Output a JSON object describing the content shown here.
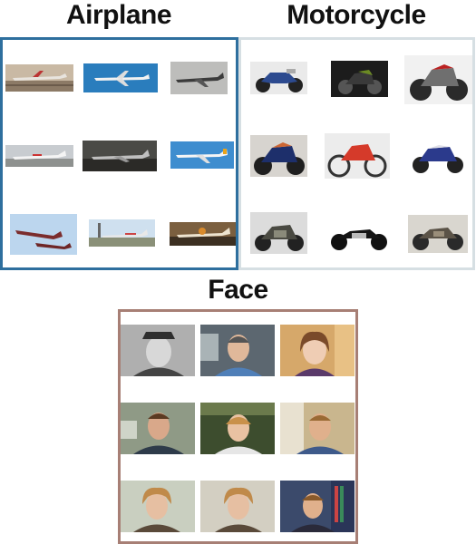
{
  "sections": [
    {
      "title": "Airplane",
      "border_color": "#2e6f9e",
      "thumbnails": [
        "airplane-photo",
        "airplane-photo",
        "airplane-photo",
        "airplane-photo",
        "airplane-photo",
        "airplane-photo",
        "airplane-photo",
        "airplane-photo",
        "airplane-photo"
      ]
    },
    {
      "title": "Motorcycle",
      "border_color": "#d6dfe3",
      "thumbnails": [
        "motorcycle-photo",
        "motorcycle-photo",
        "motorcycle-photo",
        "motorcycle-photo",
        "motorcycle-photo",
        "motorcycle-photo",
        "motorcycle-photo",
        "motorcycle-photo",
        "motorcycle-photo"
      ]
    },
    {
      "title": "Face",
      "border_color": "#a77f75",
      "thumbnails": [
        "face-photo",
        "face-photo",
        "face-photo",
        "face-photo",
        "face-photo",
        "face-photo",
        "face-photo",
        "face-photo",
        "face-photo"
      ]
    }
  ]
}
